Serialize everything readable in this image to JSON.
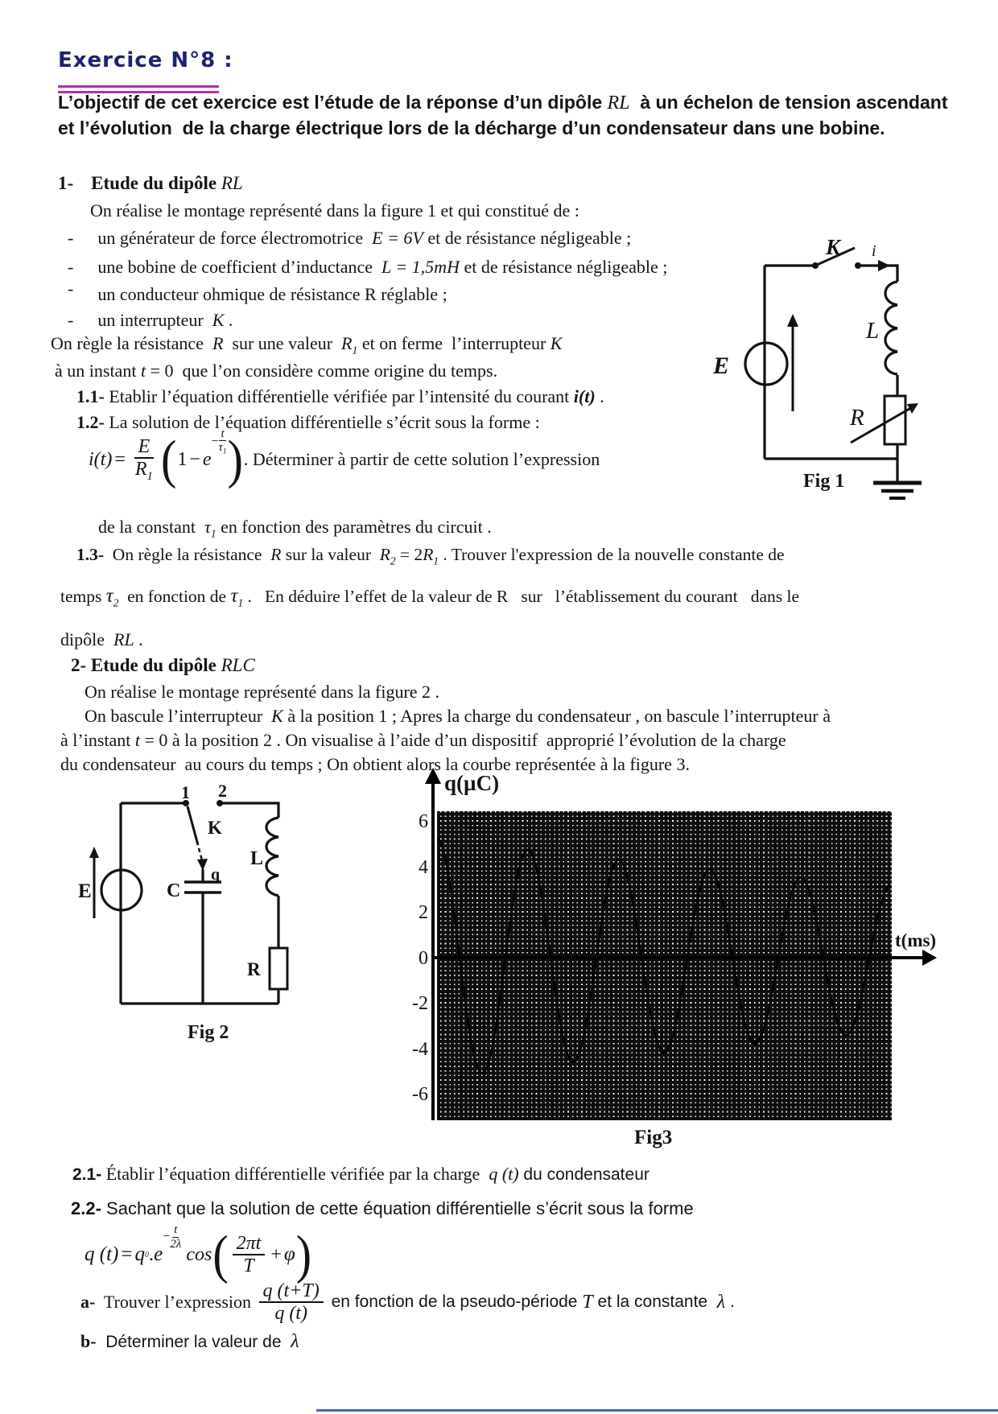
{
  "title": {
    "text": "Exercice N°8 :",
    "color": "#1c2370",
    "underline_color": "#b5309f"
  },
  "intro": {
    "pre": "L’objectif de cet exercice est l’étude de la réponse d’un dipôle ",
    "var1": "RL",
    "post": "  à un échelon de tension ascendant et l’évolution  de la charge électrique lors de la décharge d’un condensateur dans une bobine."
  },
  "sec1": {
    "num": "1-",
    "heading": "Etude du dipôle ",
    "heading_var": "RL",
    "line1": "On réalise le montage représenté dans la figure 1 et qui constitué de :",
    "dash": "-",
    "b1": {
      "pre": "un générateur de force électromotrice  ",
      "v": "E = 6V",
      "post": " et de résistance négligeable ;"
    },
    "b2": {
      "pre": "une bobine de coefficient d’inductance  ",
      "v": "L = 1,5mH",
      "post": " et de résistance négligeable ;"
    },
    "b3": {
      "pre": "un conducteur ohmique de résistance R réglable ;"
    },
    "b4": {
      "pre": "un interrupteur  ",
      "v": "K",
      "post": " ."
    },
    "r1": {
      "t1": "On règle la résistance  ",
      "v1": "R",
      "t2": "  sur une valeur  ",
      "v2": "R",
      "v2sub": "1",
      "t3": " et on ferme  l’interrupteur ",
      "v3": "K"
    },
    "r2": {
      "t1": "à un instant ",
      "v1": "t",
      "t2": " = 0  que l’on considère comme origine du temps."
    },
    "q11": {
      "num": "1.1-",
      "t1": " Etablir l’équation différentielle vérifiée par l’intensité du courant ",
      "v1": "i(t)",
      "t2": " ."
    },
    "q12": {
      "num": "1.2-",
      "t1": " La solution de l’équation différentielle s’écrit sous la forme :"
    },
    "eq1": {
      "lhs": "i(t)",
      "eq": "=",
      "num": "E",
      "den": "R",
      "densub": "1",
      "lparen": "(",
      "one": "1",
      "minus": "−",
      "e": "e",
      "expminus": "−",
      "expnum": "t",
      "expden": "τ",
      "expdensub": "1",
      "rparen": ")",
      "tail": ". Déterminer à partir de cette solution l’expression"
    },
    "cont": {
      "t1": "de la constant  ",
      "v1": "τ",
      "v1sub": "1",
      "t2": " en fonction des paramètres du circuit ."
    },
    "q13a": {
      "num": "1.3-",
      "t1": "  On règle la résistance  ",
      "v1": "R",
      "t2": " sur la valeur  ",
      "v2": "R",
      "v2sub": "2",
      "t3": " = 2",
      "v3": "R",
      "v3sub": "1",
      "t4": " . Trouver l'expression de la nouvelle constante de"
    },
    "q13b": {
      "t1": "temps ",
      "v1": "τ",
      "v1sub": "2",
      "t2": "  en fonction de ",
      "v2": "τ",
      "v2sub": "1",
      "t3": " .   En déduire l’effet de la valeur de R   sur   l’établissement du courant   dans le"
    },
    "q13c": {
      "t1": "dipôle  ",
      "v1": "RL",
      "t2": " ."
    }
  },
  "sec2": {
    "num": "2-",
    "heading": " Etude du dipôle ",
    "heading_var": "RLC",
    "l1": "On réalise le montage représenté dans la figure 2 .",
    "l2": {
      "t1": "On bascule l’interrupteur  ",
      "v1": "K",
      "t2": " à la position 1 ; Apres la charge du condensateur , on bascule l’interrupteur à"
    },
    "l3": {
      "t1": "à l’instant ",
      "v1": "t",
      "t2": " = 0 à la position 2 . On visualise à l’aide d’un dispositif  approprié l’évolution de la charge"
    },
    "l4": "du condensateur  au cours du temps ; On obtient alors la courbe représentée à la figure 3.",
    "q21": {
      "num": "2.1-",
      "t1": " Établir l’équation différentielle vérifiée par la charge  ",
      "v1": "q (t)",
      "t2": " du condensateur"
    },
    "q22": {
      "num": "2.2-",
      "t1": " Sachant que la solution de cette équation différentielle s’écrit sous la forme"
    },
    "eq2": {
      "lhs": "q (t)",
      "eq": "=",
      "q0": "q",
      "q0sub": "0",
      "dot": ".",
      "e": "e",
      "expminus": "−",
      "expnum": "t",
      "expden": "2λ",
      "cos": "cos",
      "lparen": "(",
      "fnum": "2πt",
      "fden": "T",
      "plus": "+",
      "phi": "φ",
      "rparen": ")"
    },
    "qa": {
      "num": "a-",
      "t1": "  Trouver l’expression ",
      "fnum": "q (t+T)",
      "fden": "q (t)",
      "t2": " en fonction de la pseudo-période ",
      "v1": "T",
      "t3": " et la constante  ",
      "v2": "λ",
      "t4": " ."
    },
    "qb": {
      "num": "b-",
      "t1": "  Déterminer la valeur de  ",
      "v1": "λ"
    }
  },
  "fig1": {
    "caption": "Fig 1",
    "labels": {
      "K": "K",
      "i": "i",
      "E": "E",
      "L": "L",
      "R": "R"
    }
  },
  "fig2": {
    "caption": "Fig 2",
    "labels": {
      "pos1": "1",
      "pos2": "2",
      "K": "K",
      "E": "E",
      "C": "C",
      "q": "q",
      "L": "L",
      "R": "R"
    }
  },
  "fig3": {
    "caption": "Fig3"
  },
  "chart_data": {
    "type": "line",
    "title": "Fig3",
    "ylabel": "q(µC)",
    "xlabel": "t(ms)",
    "yticks": [
      "6",
      "4",
      "2",
      "0",
      "-2",
      "-4",
      "-6"
    ],
    "ylim": [
      -7,
      6.5
    ],
    "xticks": [],
    "grid": "dense millimeter paper, lines on",
    "legend": "none",
    "series": [
      {
        "name": "q(t) damped oscillation",
        "model": "q(t) = q0 · exp(-t/(2λ)) · cos(2πt/T)",
        "q0_uC": 5.3,
        "periods_visible": 5,
        "amplitude_decay_per_period": 0.905,
        "peaks_uC": [
          5.3,
          4.8,
          4.35,
          3.95,
          3.55
        ],
        "troughs_uC": [
          -5.05,
          -4.6,
          -4.15,
          -3.75,
          -3.4
        ]
      }
    ]
  }
}
